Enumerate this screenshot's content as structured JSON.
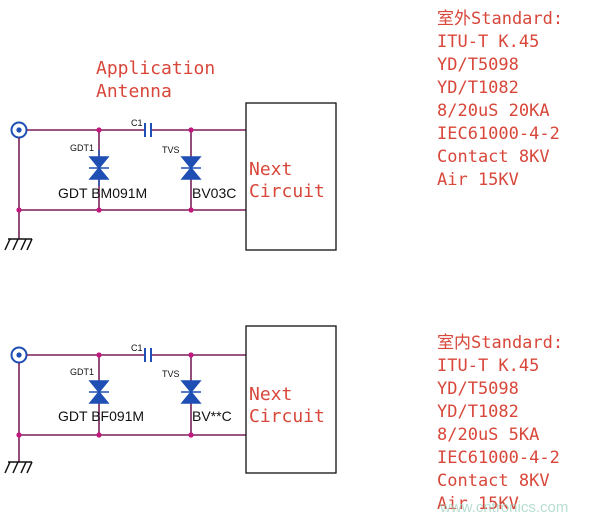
{
  "application_label": [
    "Application",
    "Antenna"
  ],
  "colors": {
    "wire": "#7a1f5a",
    "node": "#c0187c",
    "component": "#1f4fb5",
    "text_red": "#d8473a",
    "box": "#111111",
    "watermark": "#9fd3bf"
  },
  "circuits": [
    {
      "id": "outdoor",
      "capacitor": "C1",
      "gdt_ref": "GDT1",
      "gdt_part": "GDT BM091M",
      "tvs_ref": "TVS",
      "tvs_part": "BV03C",
      "box_lines": [
        "Next",
        "Circuit"
      ],
      "standard_title": "室外Standard:",
      "standards": [
        "ITU-T K.45",
        "YD/T5098",
        "YD/T1082",
        "8/20uS 20KA",
        "IEC61000-4-2",
        "Contact 8KV",
        "Air 15KV"
      ]
    },
    {
      "id": "indoor",
      "capacitor": "C1",
      "gdt_ref": "GDT1",
      "gdt_part": "GDT BF091M",
      "tvs_ref": "TVS",
      "tvs_part": "BV**C",
      "box_lines": [
        "Next",
        "Circuit"
      ],
      "standard_title": "室内Standard:",
      "standards": [
        "ITU-T K.45",
        "YD/T5098",
        "YD/T1082",
        "8/20uS 5KA",
        "IEC61000-4-2",
        "Contact 8KV",
        "Air 15KV"
      ]
    }
  ],
  "icons": {
    "antenna": "antenna-connector-icon",
    "ground": "ground-icon",
    "gdt": "gas-discharge-tube-icon",
    "tvs": "tvs-diode-icon",
    "capacitor": "capacitor-icon"
  },
  "watermark": "www.cntronics.com"
}
